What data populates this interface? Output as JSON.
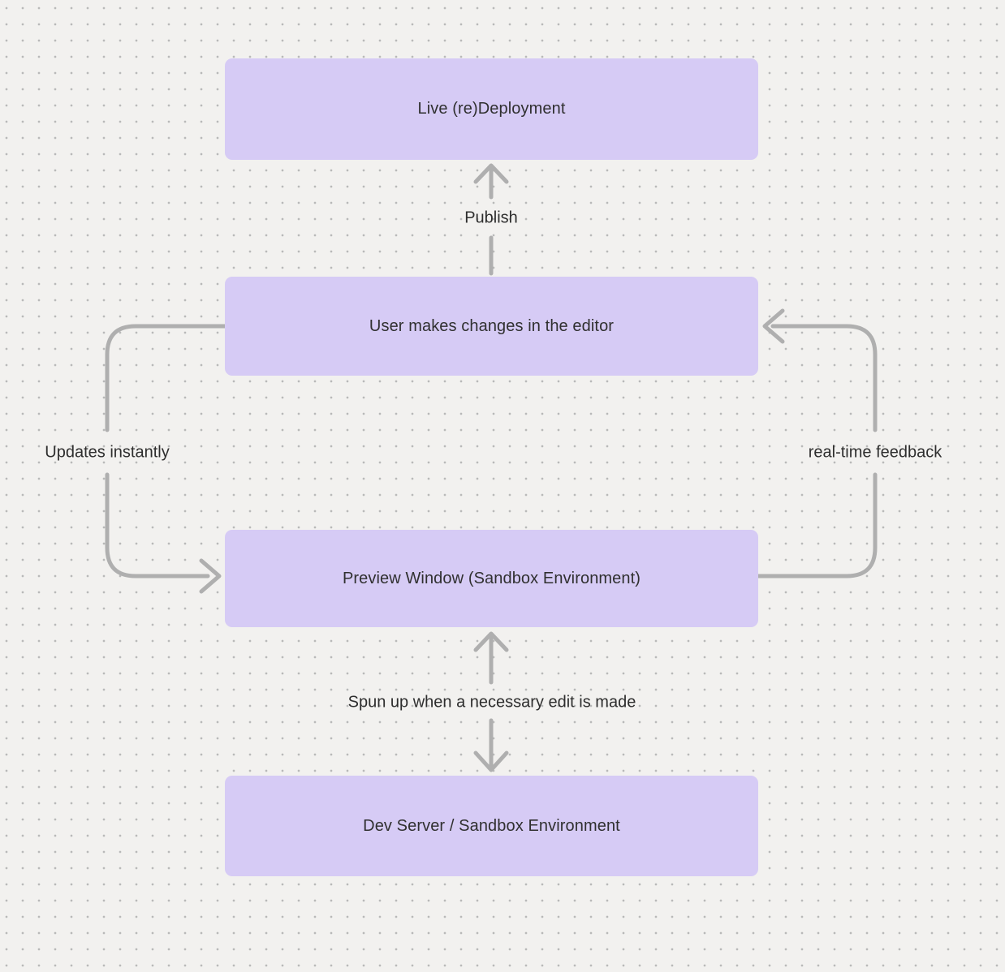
{
  "diagram": {
    "type": "flowchart",
    "colors": {
      "background": "#f2f1ef",
      "grid_dot": "#b9b9b9",
      "node_fill": "#d6cbf5",
      "node_text": "#303030",
      "edge_label_text": "#2e2e2e",
      "arrow": "#afafaf"
    },
    "nodes": [
      {
        "id": "live-redeployment",
        "label": "Live (re)Deployment"
      },
      {
        "id": "editor-changes",
        "label": "User makes changes in the editor"
      },
      {
        "id": "preview-window",
        "label": "Preview Window (Sandbox Environment)"
      },
      {
        "id": "dev-server",
        "label": "Dev Server / Sandbox Environment"
      }
    ],
    "edges": [
      {
        "from": "editor-changes",
        "to": "live-redeployment",
        "label": "Publish",
        "direction": "up"
      },
      {
        "from": "editor-changes",
        "to": "preview-window",
        "label": "Updates instantly",
        "direction": "down-left-loop"
      },
      {
        "from": "preview-window",
        "to": "editor-changes",
        "label": "real-time feedback",
        "direction": "up-right-loop"
      },
      {
        "from": "preview-window",
        "to": "dev-server",
        "label": "Spun up when a necessary edit is made",
        "direction": "bidirectional"
      }
    ]
  }
}
